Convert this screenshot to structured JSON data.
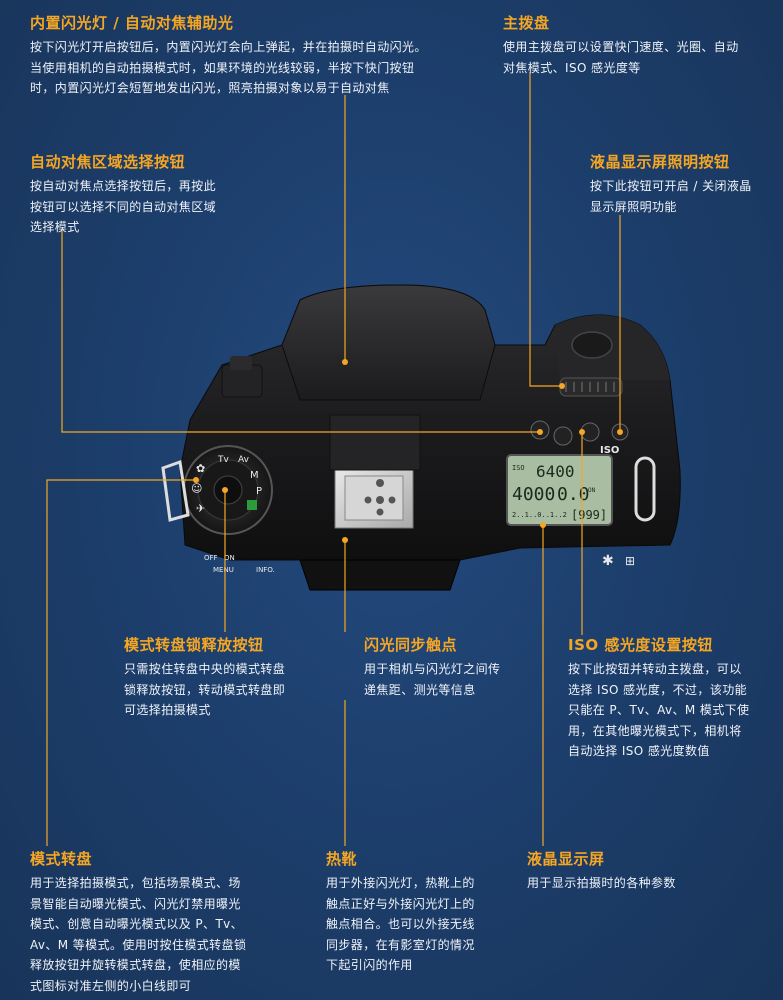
{
  "callouts": {
    "flash": {
      "title": "内置闪光灯 / 自动对焦辅助光",
      "lines": [
        "按下闪光灯开启按钮后，内置闪光灯会向上弹起，并在拍摄时自动闪光。",
        "当使用相机的自动拍摄模式时，如果环境的光线较弱，半按下快门按钮",
        "时，内置闪光灯会短暂地发出闪光，照亮拍摄对象以易于自动对焦"
      ]
    },
    "main_dial": {
      "title": "主拨盘",
      "lines": [
        "使用主拨盘可以设置快门速度、光圈、自动",
        "对焦模式、ISO 感光度等"
      ]
    },
    "af_area": {
      "title": "自动对焦区域选择按钮",
      "lines": [
        "按自动对焦点选择按钮后，再按此",
        "按钮可以选择不同的自动对焦区域",
        "选择模式"
      ]
    },
    "lcd_light": {
      "title": "液晶显示屏照明按钮",
      "lines": [
        "按下此按钮可开启 / 关闭液晶",
        "显示屏照明功能"
      ]
    },
    "mode_lock": {
      "title": "模式转盘锁释放按钮",
      "lines": [
        "只需按住转盘中央的模式转盘",
        "锁释放按钮，转动模式转盘即",
        "可选择拍摄模式"
      ]
    },
    "flash_sync": {
      "title": "闪光同步触点",
      "lines": [
        "用于相机与闪光灯之间传",
        "递焦距、测光等信息"
      ]
    },
    "iso": {
      "title": "ISO 感光度设置按钮",
      "lines": [
        "按下此按钮并转动主拨盘，可以",
        "选择 ISO 感光度，不过，该功能",
        "只能在 P、Tv、Av、M 模式下使",
        "用，在其他曝光模式下，相机将",
        "自动选择 ISO 感光度数值"
      ]
    },
    "mode_dial": {
      "title": "模式转盘",
      "lines": [
        "用于选择拍摄模式，包括场景模式、场",
        "景智能自动曝光模式、闪光灯禁用曝光",
        "模式、创意自动曝光模式以及 P、Tv、",
        "Av、M 等模式。使用时按住模式转盘锁",
        "释放按钮并旋转模式转盘，使相应的模",
        "式图标对准左侧的小白线即可"
      ]
    },
    "hotshoe": {
      "title": "热靴",
      "lines": [
        "用于外接闪光灯，热靴上的",
        "触点正好与外接闪光灯上的",
        "触点相合。也可以外接无线",
        "同步器，在有影室灯的情况",
        "下起引闪的作用"
      ]
    },
    "lcd": {
      "title": "液晶显示屏",
      "lines": [
        "用于显示拍摄时的各种参数"
      ]
    }
  },
  "camera": {
    "iso_label": "ISO",
    "lcd_iso_tag": "ISO",
    "lcd_iso_value": "6400",
    "lcd_shutter": "4000",
    "lcd_aperture": "0.0",
    "lcd_scale": "2..1..0..1..2",
    "lcd_shots": "[999]",
    "lcd_on": "ON",
    "mode_p": "P",
    "mode_tv": "Tv",
    "mode_av": "Av",
    "mode_m": "M",
    "off_label": "OFF",
    "on_label": "ON",
    "menu_label": "MENU",
    "info_label": "INFO."
  },
  "colors": {
    "accent": "#f5a623",
    "background": "#1d3f6d",
    "text": "#f0f3f8"
  }
}
